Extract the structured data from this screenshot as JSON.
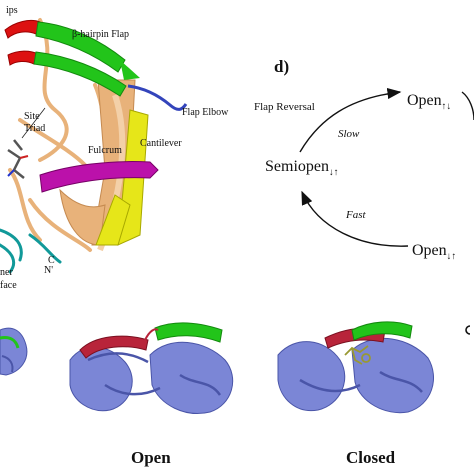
{
  "structure_labels": {
    "tips": "ips",
    "beta_hairpin_flap": "β-hairpin Flap",
    "flap_elbow": "Flap Elbow",
    "active_site": "Site",
    "triad": "Triad",
    "fulcrum": "Fulcrum",
    "cantilever": "Cantilever",
    "dimer_interface_1": "ner",
    "dimer_interface_2": "face",
    "c_term": "C",
    "n_term": "N'"
  },
  "panel_d": {
    "label": "d)",
    "state_open_top": "Open",
    "state_open_top_sub": "↑↓",
    "state_semiopen": "Semiopen",
    "state_semiopen_sub": "↓↑",
    "state_open_bottom": "Open",
    "state_open_bottom_sub": "↓↑",
    "flap_reversal": "Flap Reversal",
    "slow": "Slow",
    "fast": "Fast"
  },
  "bottom_row": {
    "open_label": "Open",
    "closed_label": "Closed",
    "next_panel_fragment": "c"
  },
  "colors": {
    "flap_green": "#22c41a",
    "tips_red": "#dd1111",
    "elbow_blue": "#3344bb",
    "fulcrum_magenta": "#bb11aa",
    "cantilever_yellow": "#e6e619",
    "core_tan": "#e8b27a",
    "interface_teal": "#119999",
    "protein_blue": "#7b86d6",
    "flap_red_dark": "#b8243a"
  }
}
